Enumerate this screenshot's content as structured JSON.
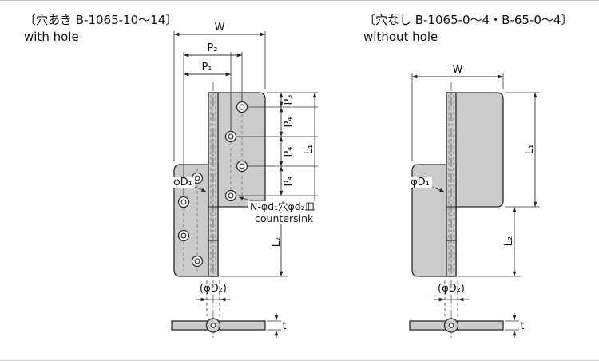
{
  "colors": {
    "leaf_fill": "#c9cbcc",
    "line": "#2a2a2a",
    "dim_line": "#333333",
    "text": "#141414"
  },
  "left": {
    "header_jp": "〔穴あき B-1065-10〜14〕",
    "header_en": "with hole",
    "dims": {
      "w": "W",
      "p1": "P₁",
      "p2": "P₂",
      "p3": "P₃",
      "p4_1": "P₄",
      "p4_2": "P₄",
      "p4_3": "P₄",
      "l1": "L₁",
      "l2": "L₂",
      "phi_d1": "φD₁",
      "phi_d2": "(φD₂)",
      "t": "t"
    },
    "note": {
      "line1": "N-φd₁穴φd₂皿",
      "line2": "countersink"
    }
  },
  "right": {
    "header_jp": "〔穴なし B-1065-0〜4・B-65-0〜4〕",
    "header_en": "without hole",
    "dims": {
      "w": "W",
      "l1": "L₁",
      "l2": "L₂",
      "phi_d1": "φD₁",
      "phi_d2": "(φD₂)",
      "t": "t"
    }
  }
}
